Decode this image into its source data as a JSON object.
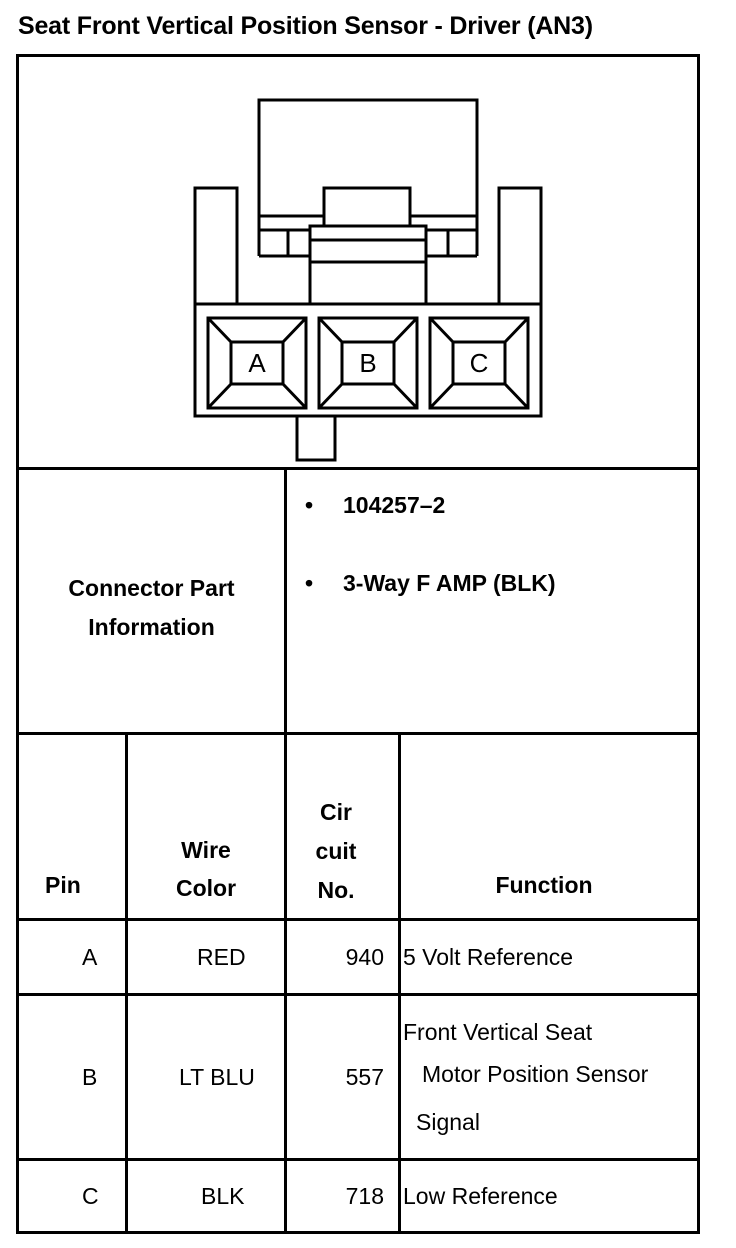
{
  "title": "Seat Front Vertical Position Sensor - Driver (AN3)",
  "connector": {
    "pin_labels": [
      "A",
      "B",
      "C"
    ]
  },
  "part_info": {
    "label_line1": "Connector Part",
    "label_line2": "Information",
    "bullet": "•",
    "items": [
      "104257–2",
      "3-Way F AMP (BLK)"
    ]
  },
  "table": {
    "headers": {
      "pin": "Pin",
      "wire_line1": "Wire",
      "wire_line2": "Color",
      "circuit_line1": "Cir",
      "circuit_line2": "cuit",
      "circuit_line3": "No.",
      "function": "Function"
    },
    "rows": [
      {
        "pin": "A",
        "wire": "RED",
        "circuit": "940",
        "function_lines": [
          "5 Volt Reference"
        ]
      },
      {
        "pin": "B",
        "wire": "LT BLU",
        "circuit": "557",
        "function_lines": [
          "Front Vertical Seat",
          "Motor Position Sensor",
          "Signal"
        ]
      },
      {
        "pin": "C",
        "wire": "BLK",
        "circuit": "718",
        "function_lines": [
          "Low Reference"
        ]
      }
    ]
  }
}
